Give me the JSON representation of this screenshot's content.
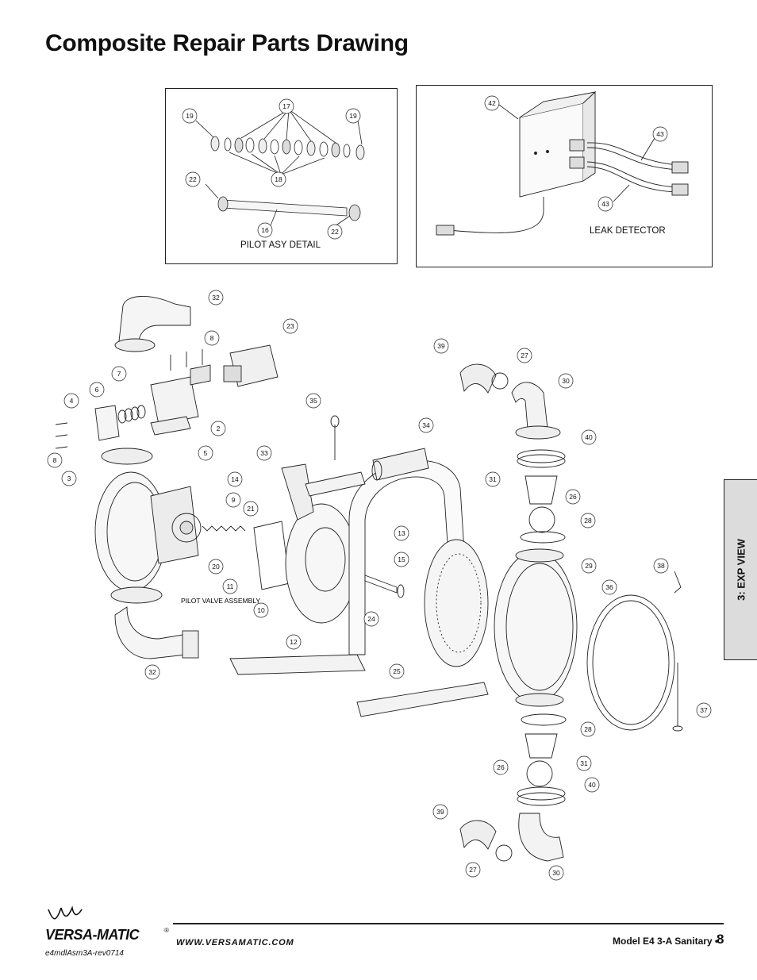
{
  "page": {
    "title": "Composite Repair Parts Drawing",
    "side_tab": "3: EXP VIEW",
    "url": "WWW.VERSAMATIC.COM",
    "model": "Model E4 3-A Sanitary •",
    "page_number": "8",
    "brand": "VERSA-MATIC",
    "brand_reg": "®",
    "doc_id": "e4mdlAsm3A-rev0714"
  },
  "pilot_inset": {
    "label": "PILOT ASY DETAIL",
    "callouts": [
      "19",
      "17",
      "19",
      "22",
      "18",
      "16",
      "22"
    ]
  },
  "leak_inset": {
    "label": "LEAK DETECTOR",
    "callouts": [
      "42",
      "43",
      "43"
    ]
  },
  "main": {
    "pilot_valve_label": "PILOT VALVE ASSEMBLY",
    "callouts": [
      "32",
      "8",
      "7",
      "6",
      "4",
      "23",
      "2",
      "5",
      "8",
      "3",
      "35",
      "34",
      "33",
      "39",
      "27",
      "30",
      "40",
      "31",
      "26",
      "28",
      "14",
      "9",
      "21",
      "20",
      "11",
      "13",
      "15",
      "24",
      "10",
      "12",
      "25",
      "29",
      "38",
      "36",
      "37",
      "28",
      "31",
      "26",
      "40",
      "39",
      "27",
      "30",
      "32"
    ]
  }
}
